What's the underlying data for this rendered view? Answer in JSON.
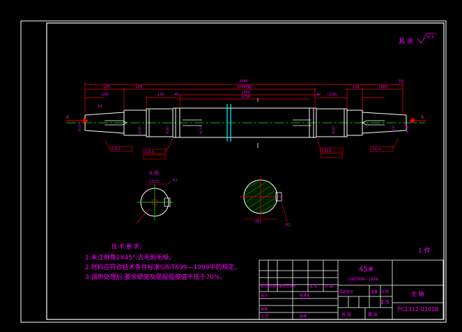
{
  "drawing": {
    "roughness_note": "其 余",
    "roughness_value": "6.3",
    "qty_note": "1 件",
    "dims": {
      "overall": "2290",
      "span_main": "1640(轴)",
      "span_mid": "1350",
      "span_inner": "1254",
      "left_a": "130",
      "left_b": "190",
      "left_c": "130",
      "left_d": "130",
      "left_e": "40",
      "right_a": "40",
      "right_b": "(130)",
      "right_c": "130",
      "right_d": "(180)",
      "right_e": "18",
      "left_small": "10"
    },
    "section_a_label": "A 向",
    "section_a_dim_top": "122.5",
    "section_a_dim_r": "R2",
    "section_b_dim_bottom": "161",
    "section_b_dim_r": "R2",
    "arrow_a_left": "A",
    "arrow_a_right": "A",
    "tol_left": "0.02 B",
    "tol_left2": "0.02 A",
    "tol_right": "0.02 B",
    "tol_right2": "0.02 A"
  },
  "notes": {
    "title": "技 术 要 求：",
    "items": [
      "1.未注倒角2X45°,去毛刺毛棱。",
      "2.材料应符合技术条件标准GB/T699—1999中的规定。",
      "3.调质处理后,要求硬度及屈服强度值不低于70%。"
    ]
  },
  "title_block": {
    "material": "45#",
    "material_std": "(GB/T699—1999)",
    "part_name": "主 轴",
    "drawing_no": "PC1312-02018",
    "scale_label": "比例",
    "scale": "1:5",
    "weight_label": "重量",
    "stage_label": "阶段标记",
    "sheet_total": "共 张",
    "sheet_no": "第 张",
    "row_labels": [
      "标记",
      "处数",
      "更改文件号",
      "签 名",
      "日 期"
    ],
    "design_label": "设计",
    "standard_label": "标准化",
    "check_label": "审核",
    "process_label": "工 艺",
    "approve_label": "批准"
  }
}
